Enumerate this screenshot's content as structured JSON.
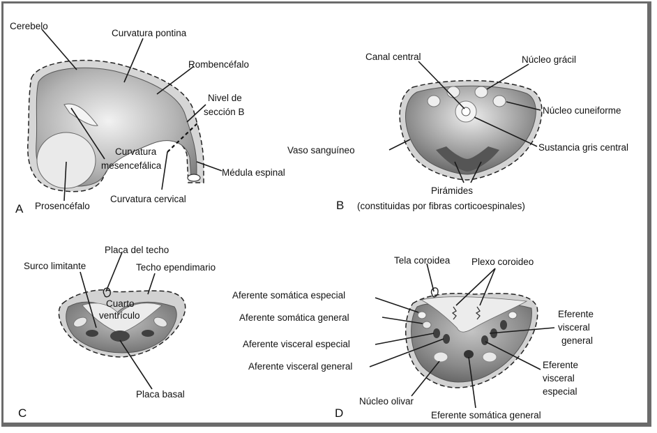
{
  "panels": {
    "A": {
      "letter": "A",
      "labels": {
        "cerebelo": "Cerebelo",
        "curvatura_pontina": "Curvatura pontina",
        "rombencefalo": "Rombencéfalo",
        "nivel_de": "Nivel de",
        "seccion_b": "sección B",
        "curvatura": "Curvatura",
        "mesencefalica": "mesencefálica",
        "medula_espinal": "Médula espinal",
        "prosencefalo": "Prosencéfalo",
        "curvatura_cervical": "Curvatura cervical"
      }
    },
    "B": {
      "letter": "B",
      "labels": {
        "canal_central": "Canal central",
        "nucleo_gracil": "Núcleo grácil",
        "nucleo_cuneiforme": "Núcleo cuneiforme",
        "vaso_sanguineo": "Vaso sanguíneo",
        "sustancia_gris_central": "Sustancia gris central",
        "piramides": "Pirámides",
        "constituidas": "(constituidas por fibras corticoespinales)"
      }
    },
    "C": {
      "letter": "C",
      "labels": {
        "placa_del_techo": "Placa del techo",
        "surco_limitante": "Surco limitante",
        "techo_ependimario": "Techo ependimario",
        "cuarto": "Cuarto",
        "ventriculo": "ventrículo",
        "placa_basal": "Placa basal"
      }
    },
    "D": {
      "letter": "D",
      "labels": {
        "tela_coroidea": "Tela coroidea",
        "plexo_coroideo": "Plexo coroideo",
        "aferente_somatica_especial": "Aferente somática especial",
        "aferente_somatica_general": "Aferente somática general",
        "aferente_visceral_especial": "Aferente visceral especial",
        "aferente_visceral_general": "Aferente visceral general",
        "eferente": "Eferente",
        "visceral": "visceral",
        "general": "general",
        "eferente2": "Eferente",
        "visceral2": "visceral",
        "especial": "especial",
        "nucleo_olivar": "Núcleo olivar",
        "eferente_somatica_general": "Eferente somática general"
      }
    }
  },
  "colors": {
    "tissue_light": "#cfcfcf",
    "tissue_mid": "#8f8f8f",
    "tissue_dark": "#5a5a5a",
    "membrane": "#c8c8c8",
    "line": "#1a1a1a"
  }
}
